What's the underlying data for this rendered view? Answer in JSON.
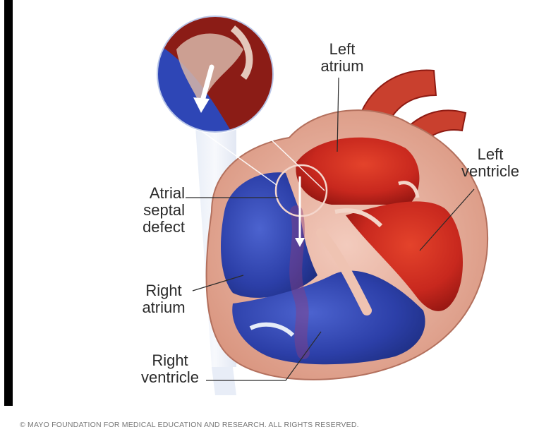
{
  "labels": {
    "left_atrium": "Left\natrium",
    "left_ventricle": "Left\nventricle",
    "atrial_septal_defect": "Atrial\nseptal\ndefect",
    "right_atrium": "Right\natrium",
    "right_ventricle": "Right\nventricle"
  },
  "copyright": "© MAYO FOUNDATION FOR MEDICAL EDUCATION AND RESEARCH. ALL RIGHTS RESERVED.",
  "colors": {
    "oxygenated": "#c8281e",
    "deoxygenated": "#2c3fa8",
    "heart_wall": "#e9b3a0",
    "label_text": "#2b2b2b"
  }
}
